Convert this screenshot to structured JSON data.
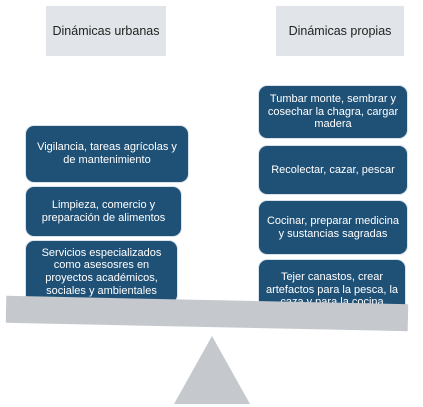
{
  "headers": {
    "left": "Dinámicas urbanas",
    "right": "Dinámicas propias"
  },
  "left_items": [
    "Vigilancia, tareas agrícolas y de mantenimiento",
    "Limpieza, comercio y preparación de alimentos",
    "Servicios especializados como asesosres en proyectos académicos, sociales y ambientales"
  ],
  "right_items": [
    "Tumbar monte, sembrar y cosechar la chagra, cargar madera",
    "Recolectar, cazar, pescar",
    "Cocinar, preparar medicina y sustancias sagradas",
    "Tejer canastos, crear artefactos para la pesca, la caza y para la cocina"
  ],
  "colors": {
    "card": "#1f5177",
    "header_box": "#e1e4e8",
    "balance": "#c5c9ce"
  }
}
